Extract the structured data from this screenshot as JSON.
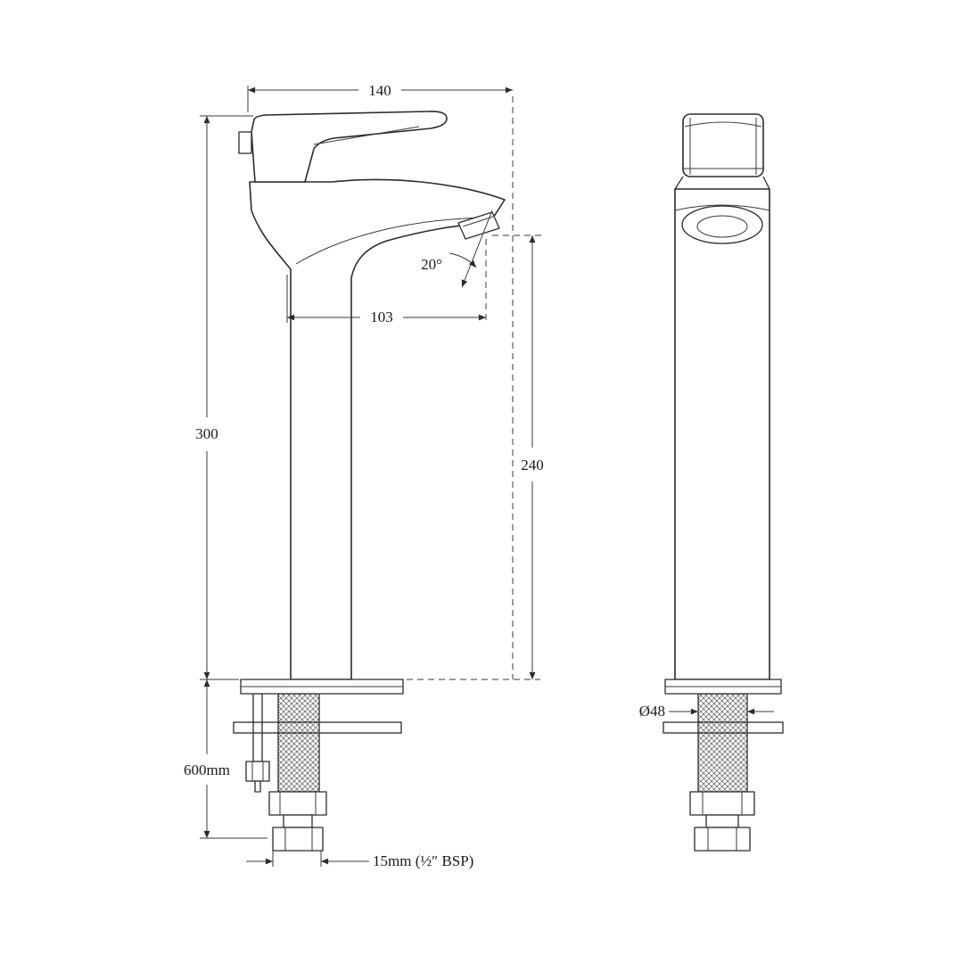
{
  "drawing": {
    "type": "technical-dimension-drawing",
    "views": [
      "side-view",
      "front-view"
    ],
    "dims": {
      "spout_width": "140",
      "spout_reach": "103",
      "spout_angle": "20°",
      "body_height": "300",
      "outlet_height": "240",
      "hose_length": "600mm",
      "inlet_thread": "15mm (½″ BSP)",
      "base_diameter": "Ø48"
    }
  }
}
